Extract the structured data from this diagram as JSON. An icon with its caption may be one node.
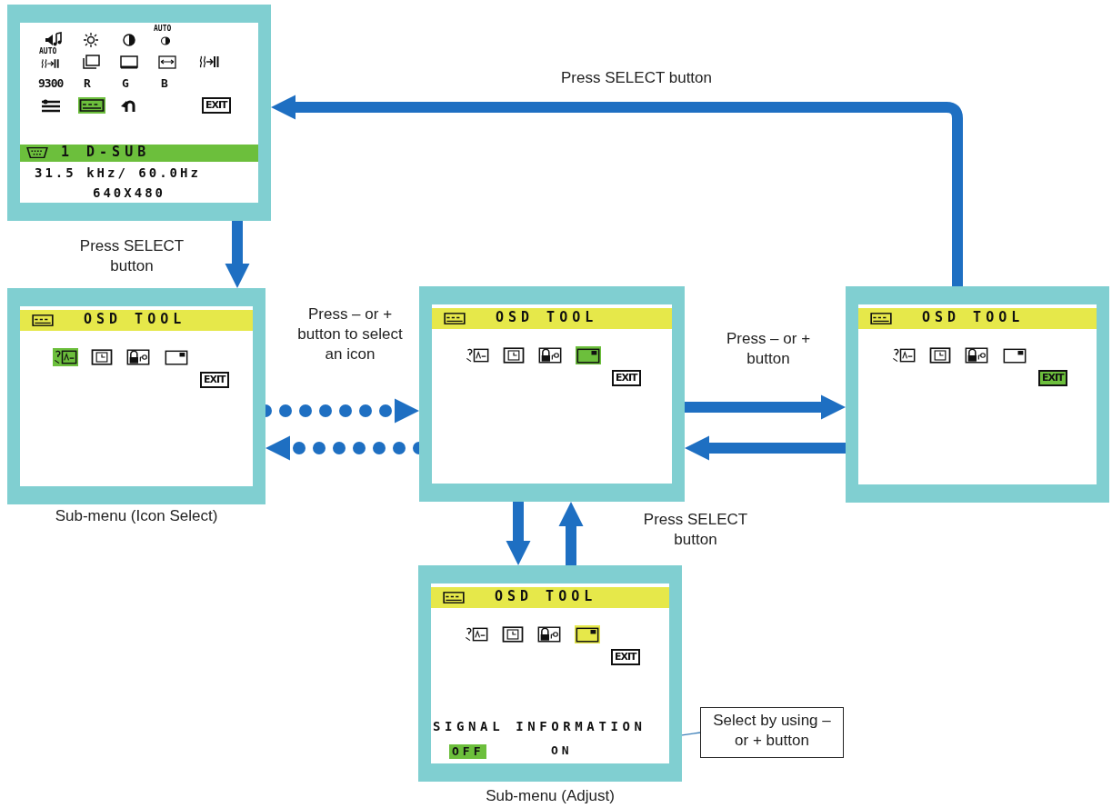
{
  "diagram": {
    "nodes": [
      {
        "text": [
          "AUTO",
          "AUTO",
          "9300",
          "R",
          "G",
          "B",
          "EXIT",
          "1 D-SUB",
          "31.5 kHz/ 60.0Hz",
          "640X480"
        ]
      },
      {
        "text": [
          "OSD TOOL",
          "EXIT"
        ],
        "beside": [
          "Sub-menu (Icon Select)"
        ]
      },
      {
        "text": [
          "OSD TOOL",
          "EXIT"
        ]
      },
      {
        "text": [
          "OSD TOOL",
          "EXIT"
        ]
      },
      {
        "text": [
          "OSD TOOL",
          "EXIT",
          "SIGNAL INFORMATION",
          "OFF"
        ],
        "beside": [
          "Sub-menu (Adjust)"
        ]
      },
      {
        "text": [
          "Select by using – or + button"
        ]
      },
      {
        "text": [
          "ON"
        ],
        "in": 4
      }
    ],
    "edges": [
      {
        "from": 3,
        "to": 0,
        "arrow": "to",
        "label": "Press SELECT button"
      },
      {
        "from": 0,
        "to": 1,
        "arrow": "to",
        "label": "Press SELECT button"
      },
      {
        "from": 1,
        "to": 2,
        "arrow": "to",
        "style": "dashed",
        "label": "Press – or + button to select an icon"
      },
      {
        "from": 2,
        "to": 1,
        "arrow": "to",
        "style": "dashed"
      },
      {
        "from": 2,
        "to": 3,
        "arrow": "to",
        "label": "Press – or + button"
      },
      {
        "from": 3,
        "to": 2,
        "arrow": "to"
      },
      {
        "from": 2,
        "to": 4,
        "arrow": "to"
      },
      {
        "from": 4,
        "to": 2,
        "arrow": "to",
        "label": "Press SELECT button"
      },
      {
        "from": 5,
        "to": 6,
        "arrow": "none",
        "color": "#3b7eb8"
      }
    ]
  }
}
